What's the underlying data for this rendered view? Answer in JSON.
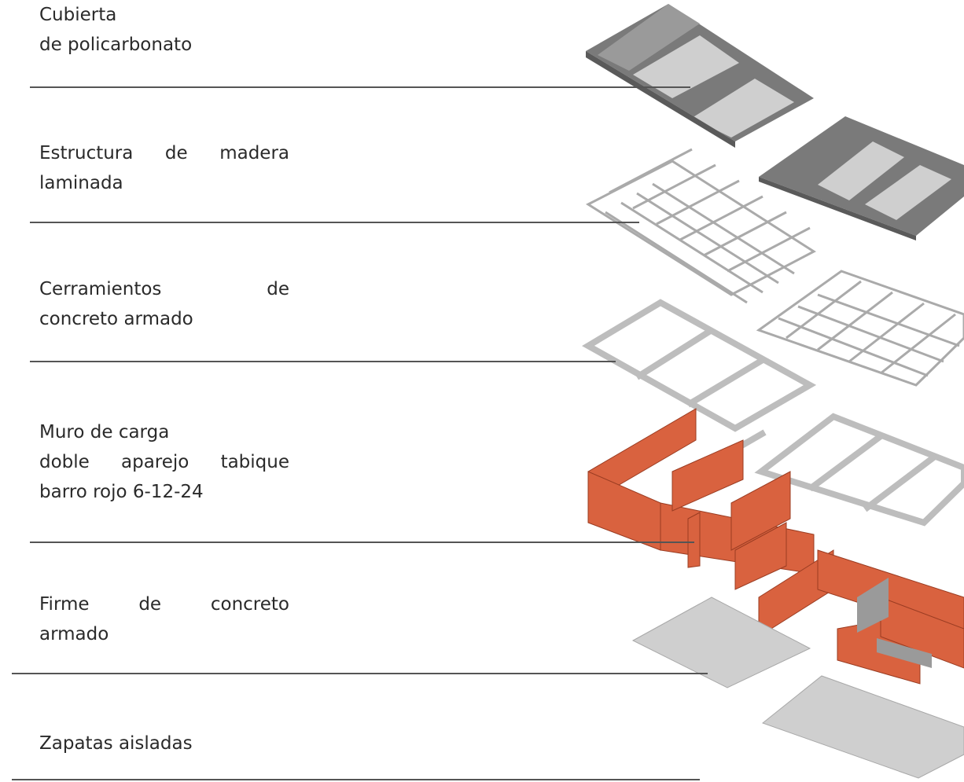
{
  "layers": [
    {
      "id": "cubierta",
      "lines": [
        "Cubierta",
        "de policarbonato"
      ]
    },
    {
      "id": "estructura",
      "lines": [
        "Estructura de madera",
        "laminada"
      ]
    },
    {
      "id": "cerramientos",
      "lines": [
        "Cerramientos de",
        "concreto armado"
      ]
    },
    {
      "id": "muro",
      "lines": [
        "Muro de carga",
        "doble aparejo tabique",
        "barro rojo 6-12-24"
      ]
    },
    {
      "id": "firme",
      "lines": [
        "Firme de concreto",
        "armado"
      ]
    },
    {
      "id": "zapatas",
      "lines": [
        "Zapatas aisladas"
      ]
    }
  ],
  "colors": {
    "roof_dark": "#6f6f6f",
    "roof_light": "#c9c9c9",
    "timber": "#d8d8d8",
    "concrete": "#cfcfcf",
    "brick": "#d9623f",
    "leader": "#555555"
  }
}
